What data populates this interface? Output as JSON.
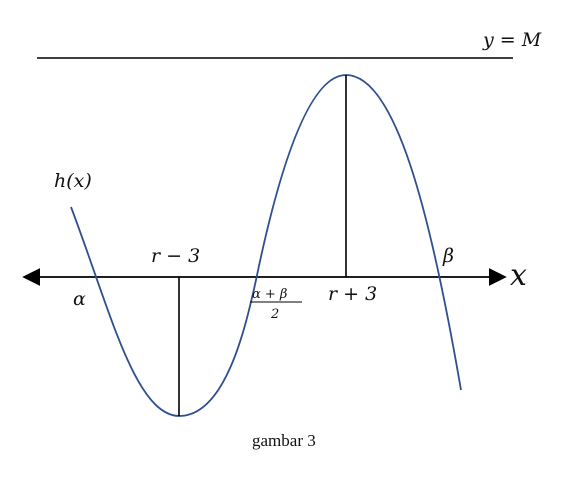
{
  "labels": {
    "line_label": "y = M",
    "function_label": "h(x)",
    "x_axis_label": "x",
    "r_minus_3": "r − 3",
    "r_plus_3": "r + 3",
    "alpha": "α",
    "beta": "β",
    "midpoint_numerator": "α + β",
    "midpoint_denominator": "2",
    "caption": "gambar 3"
  },
  "colors": {
    "curve": "#2f4f8f",
    "axis": "#000000"
  }
}
